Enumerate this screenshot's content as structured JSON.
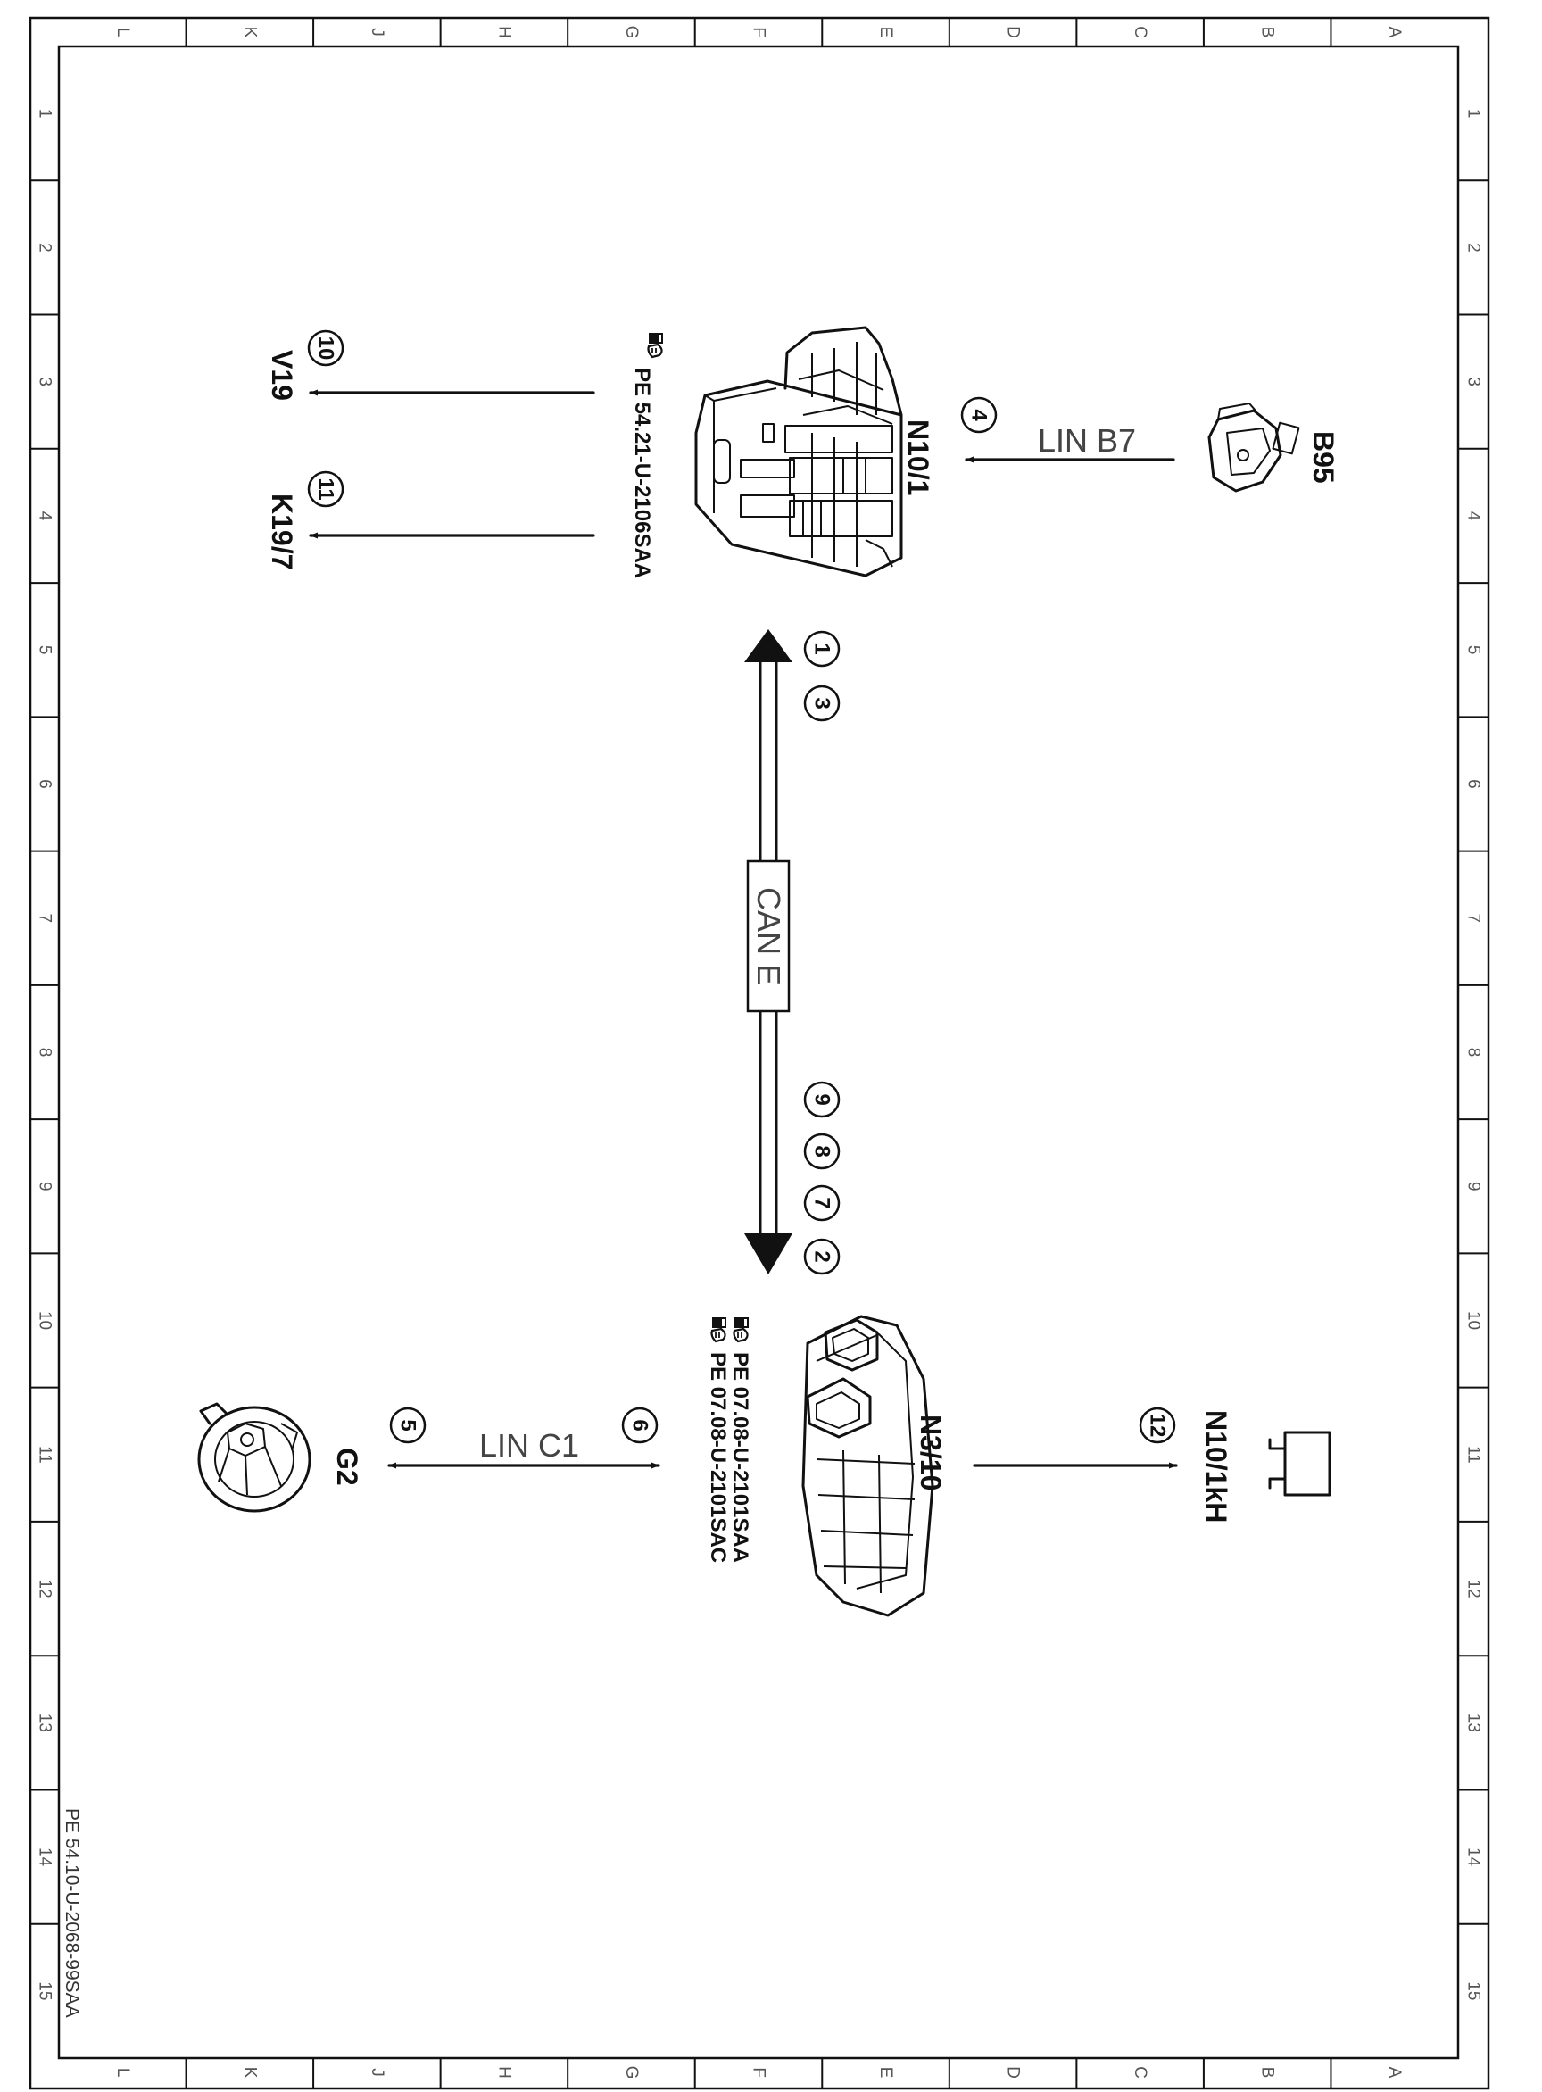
{
  "frame": {
    "column_letters": [
      "L",
      "K",
      "J",
      "H",
      "G",
      "F",
      "E",
      "D",
      "C",
      "B",
      "A"
    ],
    "row_numbers": [
      "1",
      "2",
      "3",
      "4",
      "5",
      "6",
      "7",
      "8",
      "9",
      "10",
      "11",
      "12",
      "13",
      "14",
      "15"
    ]
  },
  "components": {
    "n10_1": "N10/1",
    "b95": "B95",
    "n3_10": "N3/10",
    "n10_1kh": "N10/1kH",
    "g2": "G2",
    "v19": "V19",
    "k19_7": "K19/7"
  },
  "buses": {
    "can_e": "CAN E",
    "lin_b7": "LIN  B7",
    "lin_c1": "LIN  C1"
  },
  "references": {
    "n10_1_ref": "PE 54.21-U-2106SAA",
    "n3_10_ref_1": "PE 07.08-U-2101SAA",
    "n3_10_ref_2": "PE 07.08-U-2101SAC",
    "document_id": "PE 54.10-U-2068-99SAA"
  },
  "markers": {
    "m1": "1",
    "m2": "2",
    "m3": "3",
    "m4": "4",
    "m5": "5",
    "m6": "6",
    "m7": "7",
    "m8": "8",
    "m9": "9",
    "m10": "10",
    "m11": "11",
    "m12": "12"
  },
  "icons": [
    "book-hand-icon",
    "control-unit-drawing",
    "sensor-drawing",
    "alternator-drawing",
    "relay-drawing"
  ],
  "colors": {
    "ink": "#111111",
    "bus_label": "#444444",
    "background": "#ffffff"
  }
}
